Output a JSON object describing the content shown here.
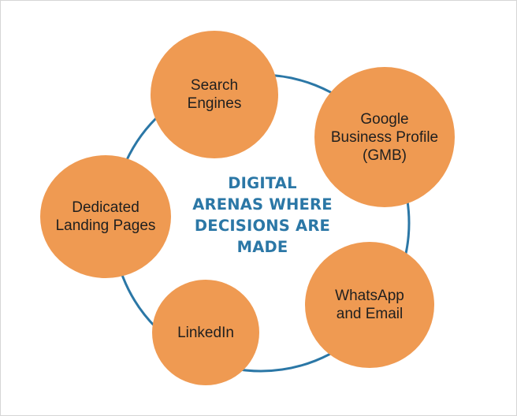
{
  "diagram": {
    "center_title_lines": [
      "DIGITAL",
      "ARENAS WHERE",
      "DECISIONS ARE",
      "MADE"
    ],
    "nodes": [
      {
        "id": "search-engines",
        "lines": [
          "Search",
          "Engines"
        ]
      },
      {
        "id": "google-business-profile",
        "lines": [
          "Google",
          "Business Profile",
          "(GMB)"
        ]
      },
      {
        "id": "dedicated-landing-pages",
        "lines": [
          "Dedicated",
          "Landing Pages"
        ]
      },
      {
        "id": "whatsapp-and-email",
        "lines": [
          "WhatsApp",
          "and Email"
        ]
      },
      {
        "id": "linkedin",
        "lines": [
          "LinkedIn"
        ]
      }
    ],
    "colors": {
      "node_fill": "#ef9a52",
      "ring_stroke": "#2b77a6",
      "title_text": "#2b77a6",
      "node_text": "#1f1f1f"
    }
  }
}
